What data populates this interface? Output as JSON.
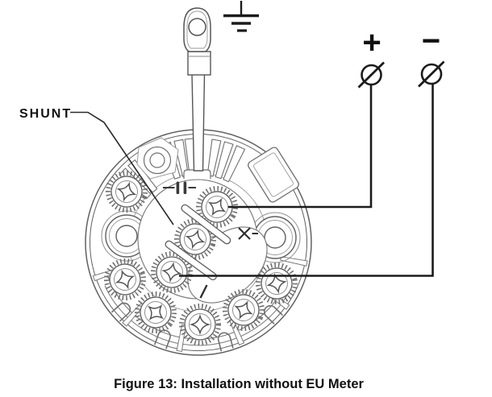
{
  "figure": {
    "caption": "Figure 13: Installation without EU Meter"
  },
  "labels": {
    "shunt": "SHUNT",
    "positive": "+",
    "negative": "−"
  },
  "symbols": {
    "ground": "earth-ground",
    "positive_terminal": "open-circle-slash-terminal",
    "negative_terminal": "open-circle-slash-terminal",
    "internal_marks": [
      "capacitor-mark",
      "x-mark",
      "slash-mark"
    ],
    "wire_end": "ring-terminal-lug"
  },
  "colors": {
    "background": "#ffffff",
    "line_art": "#606060",
    "line_art_light": "#8f8f8f",
    "wiring": "#1b1b1b",
    "text": "#111111"
  }
}
